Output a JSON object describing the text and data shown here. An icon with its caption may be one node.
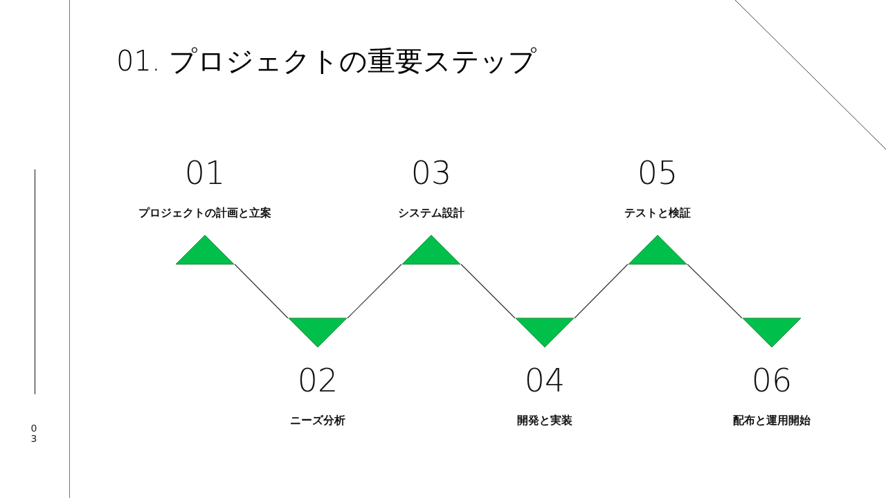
{
  "diagram": {
    "title": "01. **プロジェクトの重要ステップ**",
    "nodes": [
      {
        "text": [],
        "shape": "triangle",
        "beside": [
          "01",
          "プロジェクトの計画と立案"
        ]
      },
      {
        "text": [],
        "shape": "triangle",
        "beside": [
          "02",
          "ニーズ分析"
        ]
      },
      {
        "text": [],
        "shape": "triangle",
        "beside": [
          "03",
          "システム設計"
        ]
      },
      {
        "text": [],
        "shape": "triangle",
        "beside": [
          "04",
          "開発と実装"
        ]
      },
      {
        "text": [],
        "shape": "triangle",
        "beside": [
          "05",
          "テストと検証"
        ]
      },
      {
        "text": [],
        "shape": "triangle",
        "beside": [
          "06",
          "配布と運用開始"
        ]
      }
    ],
    "edges": [
      {
        "from": 0,
        "to": 1,
        "arrow": "none"
      },
      {
        "from": 1,
        "to": 2,
        "arrow": "none"
      },
      {
        "from": 2,
        "to": 3,
        "arrow": "none"
      },
      {
        "from": 3,
        "to": 4,
        "arrow": "none"
      },
      {
        "from": 4,
        "to": 5,
        "arrow": "none"
      }
    ],
    "labels": [
      "03"
    ]
  }
}
